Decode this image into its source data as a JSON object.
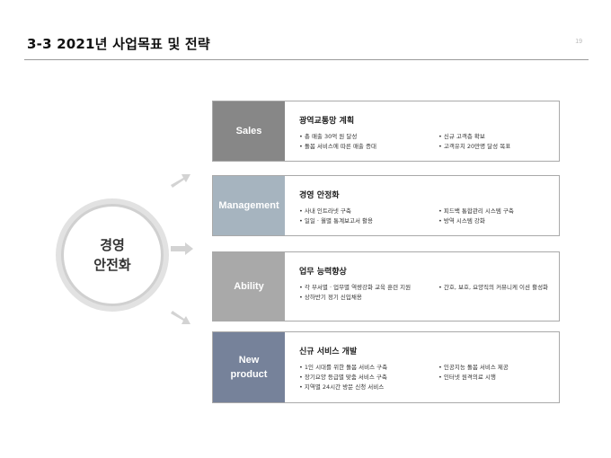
{
  "header": {
    "title": "3-3 2021년 사업목표 및 전략",
    "page_number": "19"
  },
  "center": {
    "line1": "경영",
    "line2": "안전화"
  },
  "colors": {
    "sales": "#878787",
    "management": "#a6b4bf",
    "ability": "#a9a9a9",
    "new_product": "#76829a",
    "arrow": "#d3d3d3"
  },
  "rows": [
    {
      "category": "Sales",
      "heading": "광역교통망 계획",
      "left": [
        "• 총 매출 30억 원 달성",
        "• 돌봄 서비스에 따른 매출 증대"
      ],
      "right": [
        "• 신규 고객층 확보",
        "• 고객유치 20만명 달성 목표"
      ]
    },
    {
      "category": "Management",
      "heading": "경영 안정화",
      "left": [
        "• 사내 인트라넷 구축",
        "• 일일 · 월별 통계보고서 활용"
      ],
      "right": [
        "• 피드백 통합관리 시스템 구축",
        "• 방역 시스템 강화"
      ]
    },
    {
      "category": "Ability",
      "heading": "업무 능력향상",
      "left": [
        "• 각 부서별 · 업무별 역량강화 교육 훈련 지원",
        "• 상하반기 정기 신입채용"
      ],
      "right": [
        "• 간호, 보호, 요양직의 커뮤니케 이션 활성화"
      ]
    },
    {
      "category_line1": "New",
      "category_line2": "product",
      "heading": "신규 서비스 개발",
      "left": [
        "• 1인 시대를 위한 돌봄 서비스 구축",
        "• 장기요양 등급별 맞춤 서비스 구축",
        "• 지역별 24시간 방문 신청 서비스"
      ],
      "right": [
        "• 인공지능 돌봄 서비스 제공",
        "• 인터넷 원격의료 시행"
      ]
    }
  ]
}
